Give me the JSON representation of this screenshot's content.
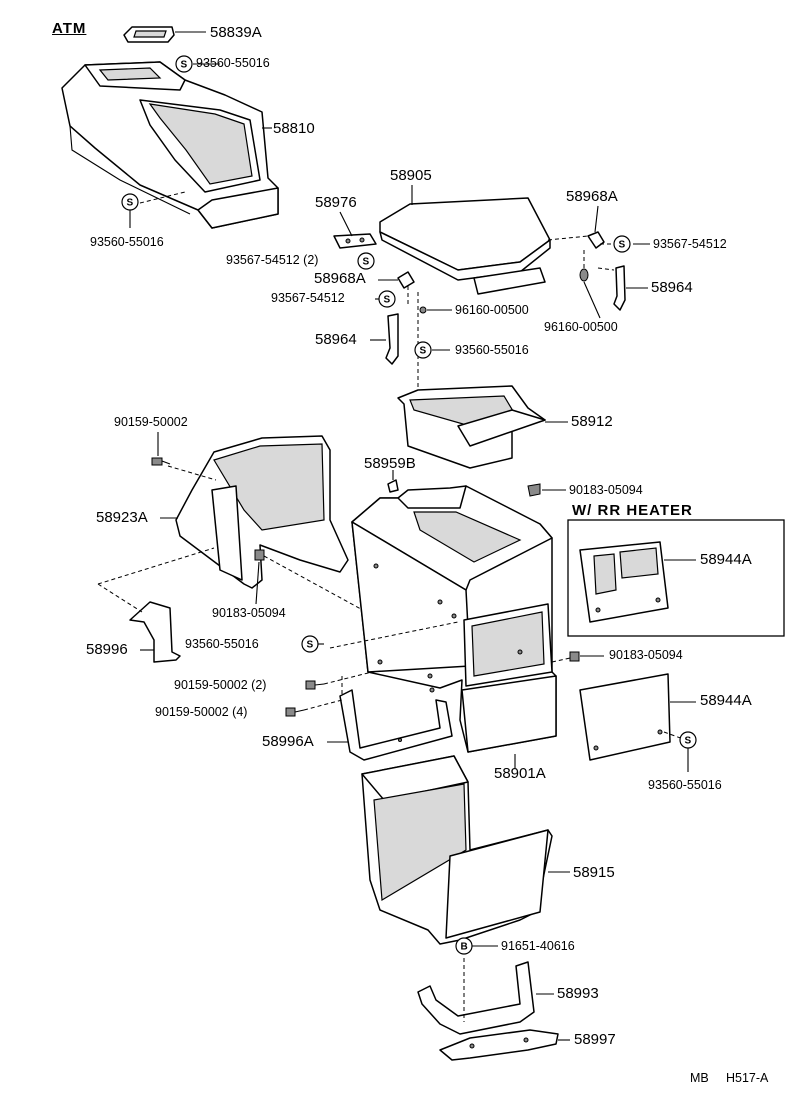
{
  "title": "ATM",
  "heater_note": "W/ RR  HEATER",
  "footer": {
    "left": "MB",
    "right": "H517-A"
  },
  "symbol_s": "S",
  "symbol_b": "B",
  "parts": {
    "p58839A": "58839A",
    "p58810": "58810",
    "p58905": "58905",
    "p58976": "58976",
    "p58968A_r": "58968A",
    "p58968A_l": "58968A",
    "p58964_r": "58964",
    "p58964_l": "58964",
    "p58912": "58912",
    "p58959B": "58959B",
    "p58923A": "58923A",
    "p58944A_top": "58944A",
    "p58944A_bot": "58944A",
    "p58996": "58996",
    "p58996A": "58996A",
    "p58901A": "58901A",
    "p58915": "58915",
    "p58993": "58993",
    "p58997": "58997"
  },
  "fasteners": {
    "f93560_top": "93560-55016",
    "f93560_left": "93560-55016",
    "f93567_2": "93567-54512 (2)",
    "f93567_mid": "93567-54512",
    "f93567_right": "93567-54512",
    "f96160_mid": "96160-00500",
    "f96160_right": "96160-00500",
    "f93560_mid": "93560-55016",
    "f90159_top": "90159-50002",
    "f90183_mid": "90183-05094",
    "f90183_left": "90183-05094",
    "f93560_center": "93560-55016",
    "f90183_right": "90183-05094",
    "f90159_2": "90159-50002 (2)",
    "f90159_4": "90159-50002 (4)",
    "f93560_bot": "93560-55016",
    "f91651": "91651-40616"
  }
}
